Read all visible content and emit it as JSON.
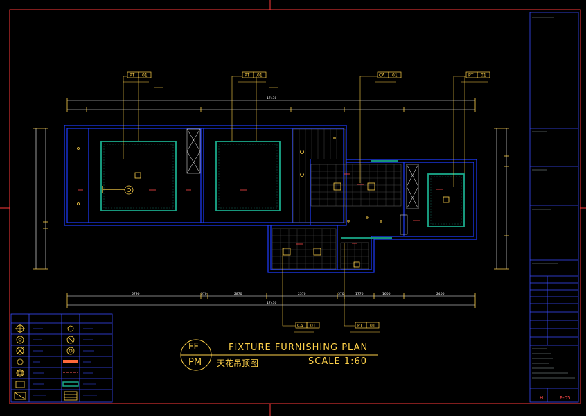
{
  "title": {
    "code_top": "FF",
    "code_bottom": "PM",
    "main": "FIXTURE FURNISHING PLAN",
    "chinese": "天花吊顶图",
    "scale": "SCALE 1:60"
  },
  "tags": [
    {
      "code": "PT",
      "num": "01"
    },
    {
      "code": "PT",
      "num": "01"
    },
    {
      "code": "CA",
      "num": "01"
    },
    {
      "code": "PT",
      "num": "01"
    },
    {
      "code": "CA",
      "num": "01"
    },
    {
      "code": "PT",
      "num": "01"
    }
  ],
  "dimensions": {
    "top_total": "17430",
    "bottom_total": "17430",
    "bottom_row": [
      "5790",
      "570",
      "2870",
      "2570",
      "570",
      "1770",
      "1600",
      "2400"
    ]
  },
  "sheet": {
    "label": "H",
    "number": "P-05"
  },
  "colors": {
    "frame": "#ff3a3a",
    "wall": "#1f3cff",
    "ceiling": "#1aa98a",
    "annotation": "#ffd24a",
    "dimension": "#ffffff",
    "legend_border": "#3a4dff"
  }
}
